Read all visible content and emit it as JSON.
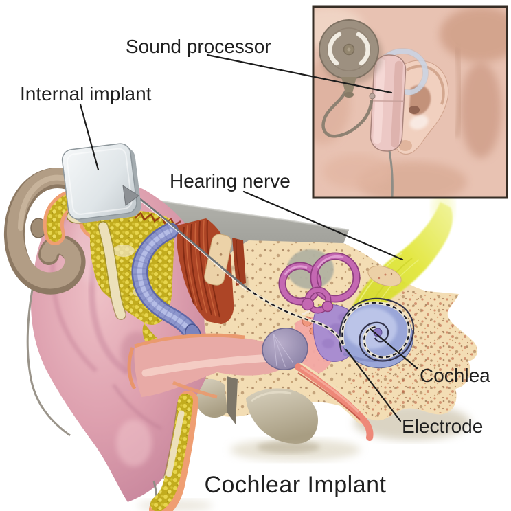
{
  "figure": {
    "title": "Cochlear Implant",
    "labels": {
      "sound_processor": "Sound processor",
      "internal_implant": "Internal implant",
      "hearing_nerve": "Hearing nerve",
      "cochlea": "Cochlea",
      "electrode": "Electrode"
    },
    "colors": {
      "background": "#ffffff",
      "label_text": "#1f1f1f",
      "leader_line": "#1c1c1c",
      "inset_border": "#362d25",
      "skin_pink": "#e8b2ba",
      "fat_yellow": "#c2ac1e",
      "bone_cream": "#f3ddb4",
      "nerve_yellow": "#d9df2e",
      "cochlea_blue": "#9aa6d8",
      "semicircular_canal_magenta": "#c468b2",
      "implant_silver": "#dfe5e8",
      "processor_pink": "#ecc8c5",
      "coil_taupe": "#9d9080",
      "muscle_red": "#ad4526"
    }
  }
}
